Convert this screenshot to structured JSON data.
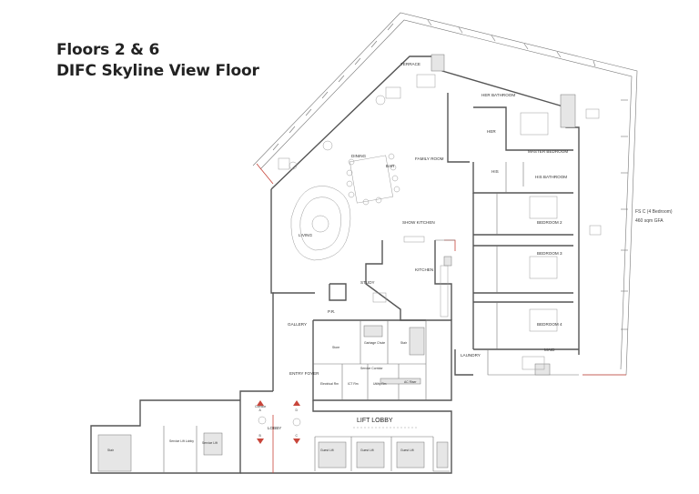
{
  "title": {
    "line1": "Floors 2 & 6",
    "line2": "DIFC Skyline View Floor"
  },
  "unit_info": {
    "name": "FS C (4 Bedroom)",
    "area": "460 sqm GFA"
  },
  "rooms": {
    "terrace": "TERRACE",
    "her_bathroom": "HER BATHROOM",
    "her": "HER",
    "master_bedroom": "MASTER BEDROOM",
    "his": "HIS",
    "his_bathroom": "HIS BATHROOM",
    "family_room": "FAMILY ROOM",
    "dining": "DINING",
    "bar": "BAR",
    "living": "LIVING",
    "show_kitchen": "SHOW KITCHEN",
    "bedroom_2": "BEDROOM 2",
    "bedroom_3": "BEDROOM 3",
    "bedroom_4": "BEDROOM 4",
    "kitchen": "KITCHEN",
    "study": "STUDY",
    "pr": "P.R.",
    "gallery": "GALLERY",
    "store": "Store",
    "garbage_chute": "Garbage Chute",
    "stair_1": "Stair",
    "laundry": "LAUNDRY",
    "maid": "MAID",
    "service_corridor": "Service Corridor",
    "entry_foyer": "ENTRY FOYER",
    "electrical_rm": "Electrical Rm",
    "it_rm": "ICT Rm",
    "utility_rm": "Utility Rm",
    "ac_riser": "AC Riser",
    "corridor": "Corridor",
    "lobby": "LOBBY",
    "lift_lobby": "LIFT LOBBY",
    "service_lift_lobby": "Service Lift Lobby",
    "service_lift": "Service Lift",
    "stair_2": "Stair",
    "guest_lift_1": "Guest Lift",
    "guest_lift_2": "Guest Lift",
    "guest_lift_3": "Guest Lift"
  },
  "markers": {
    "a": "A",
    "b": "B",
    "c": "C",
    "d": "D"
  },
  "colors": {
    "walls": "#555555",
    "accent": "#c8453a",
    "title": "#222222"
  }
}
